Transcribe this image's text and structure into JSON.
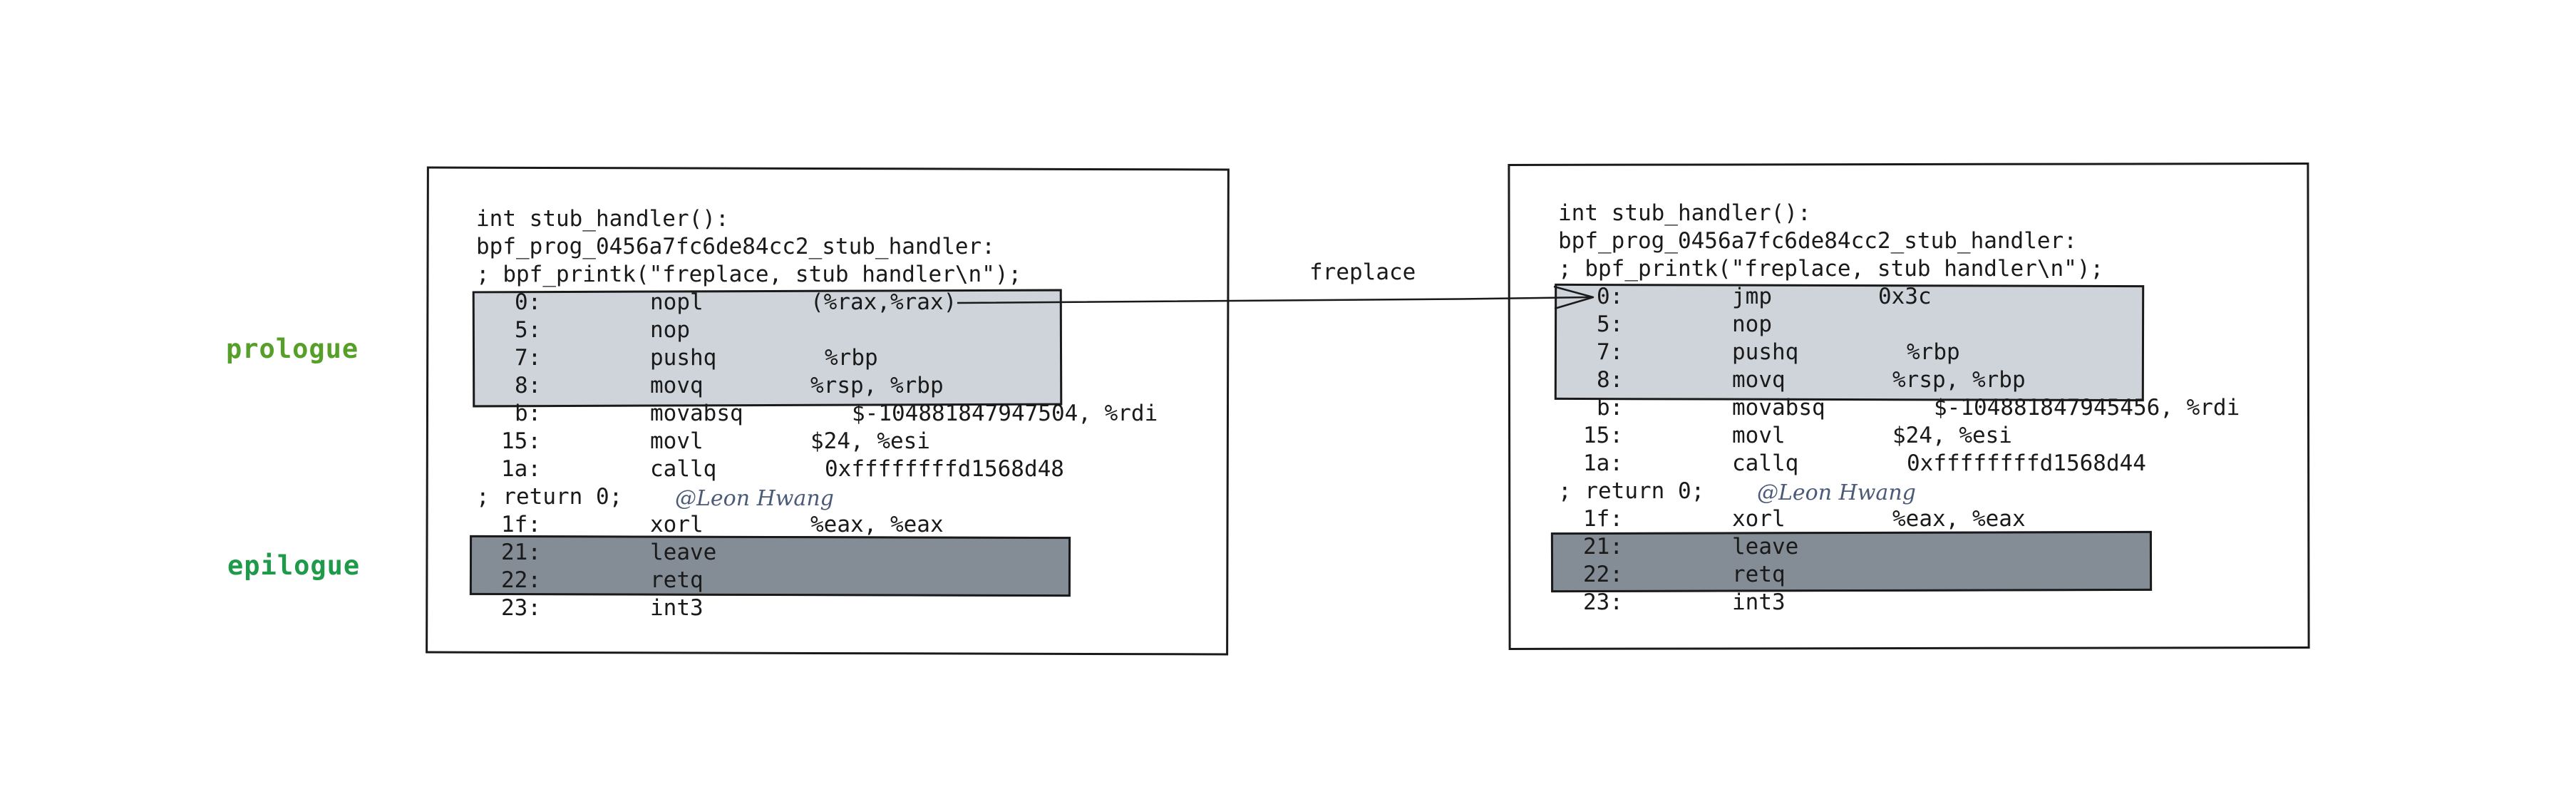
{
  "labels": {
    "prologue": "prologue",
    "epilogue": "epilogue",
    "arrow": "freplace"
  },
  "colors": {
    "prologue_label": "#56a02a",
    "epilogue_label": "#1e9a4a",
    "prologue_fill": "#cfd4da",
    "epilogue_fill": "#848c95"
  },
  "left": {
    "header": [
      "int stub_handler():",
      "bpf_prog_0456a7fc6de84cc2_stub_handler:",
      "; bpf_printk(\"freplace, stub handler\\n\");"
    ],
    "rows": [
      {
        "off": "0:",
        "op": "nopl",
        "args": "(%rax,%rax)"
      },
      {
        "off": "5:",
        "op": "nop",
        "args": ""
      },
      {
        "off": "7:",
        "op": "pushq",
        "args": "%rbp"
      },
      {
        "off": "8:",
        "op": "movq",
        "args": "%rsp, %rbp"
      },
      {
        "off": "b:",
        "op": "movabsq",
        "args": "$-104881847947504, %rdi"
      },
      {
        "off": "15:",
        "op": "movl",
        "args": "$24, %esi"
      },
      {
        "off": "1a:",
        "op": "callq",
        "args": "0xffffffffd1568d48"
      },
      {
        "off": "1f:",
        "op": "xorl",
        "args": "%eax, %eax"
      },
      {
        "off": "21:",
        "op": "leave",
        "args": ""
      },
      {
        "off": "22:",
        "op": "retq",
        "args": ""
      },
      {
        "off": "23:",
        "op": "int3",
        "args": ""
      }
    ],
    "return_line": "; return 0;",
    "watermark": "@Leon Hwang"
  },
  "right": {
    "header": [
      "int stub_handler():",
      "bpf_prog_0456a7fc6de84cc2_stub_handler:",
      "; bpf_printk(\"freplace, stub handler\\n\");"
    ],
    "rows": [
      {
        "off": "0:",
        "op": "jmp",
        "args": "0x3c"
      },
      {
        "off": "5:",
        "op": "nop",
        "args": ""
      },
      {
        "off": "7:",
        "op": "pushq",
        "args": "%rbp"
      },
      {
        "off": "8:",
        "op": "movq",
        "args": "%rsp, %rbp"
      },
      {
        "off": "b:",
        "op": "movabsq",
        "args": "$-104881847945456, %rdi"
      },
      {
        "off": "15:",
        "op": "movl",
        "args": "$24, %esi"
      },
      {
        "off": "1a:",
        "op": "callq",
        "args": "0xffffffffd1568d44"
      },
      {
        "off": "1f:",
        "op": "xorl",
        "args": "%eax, %eax"
      },
      {
        "off": "21:",
        "op": "leave",
        "args": ""
      },
      {
        "off": "22:",
        "op": "retq",
        "args": ""
      },
      {
        "off": "23:",
        "op": "int3",
        "args": ""
      }
    ],
    "return_line": "; return 0;",
    "watermark": "@Leon Hwang"
  }
}
